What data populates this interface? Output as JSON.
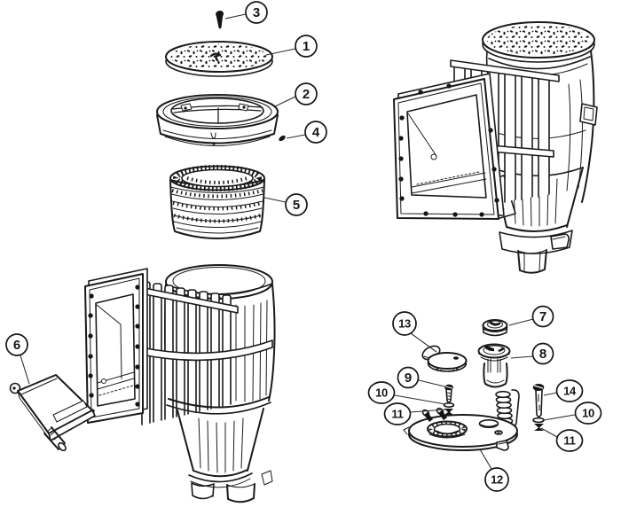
{
  "diagram": {
    "type": "exploded-parts-diagram",
    "background_color": "#ffffff",
    "line_color": "#1a1a1a",
    "callout_fill": "#ffffff",
    "callout_text_color": "#161616"
  },
  "callouts": [
    {
      "label": "1"
    },
    {
      "label": "2"
    },
    {
      "label": "3"
    },
    {
      "label": "4"
    },
    {
      "label": "5"
    },
    {
      "label": "6"
    },
    {
      "label": "7"
    },
    {
      "label": "8"
    },
    {
      "label": "9"
    },
    {
      "label": "10"
    },
    {
      "label": "11"
    },
    {
      "label": "12"
    },
    {
      "label": "13"
    },
    {
      "label": "14"
    },
    {
      "label": "10"
    },
    {
      "label": "11"
    }
  ]
}
